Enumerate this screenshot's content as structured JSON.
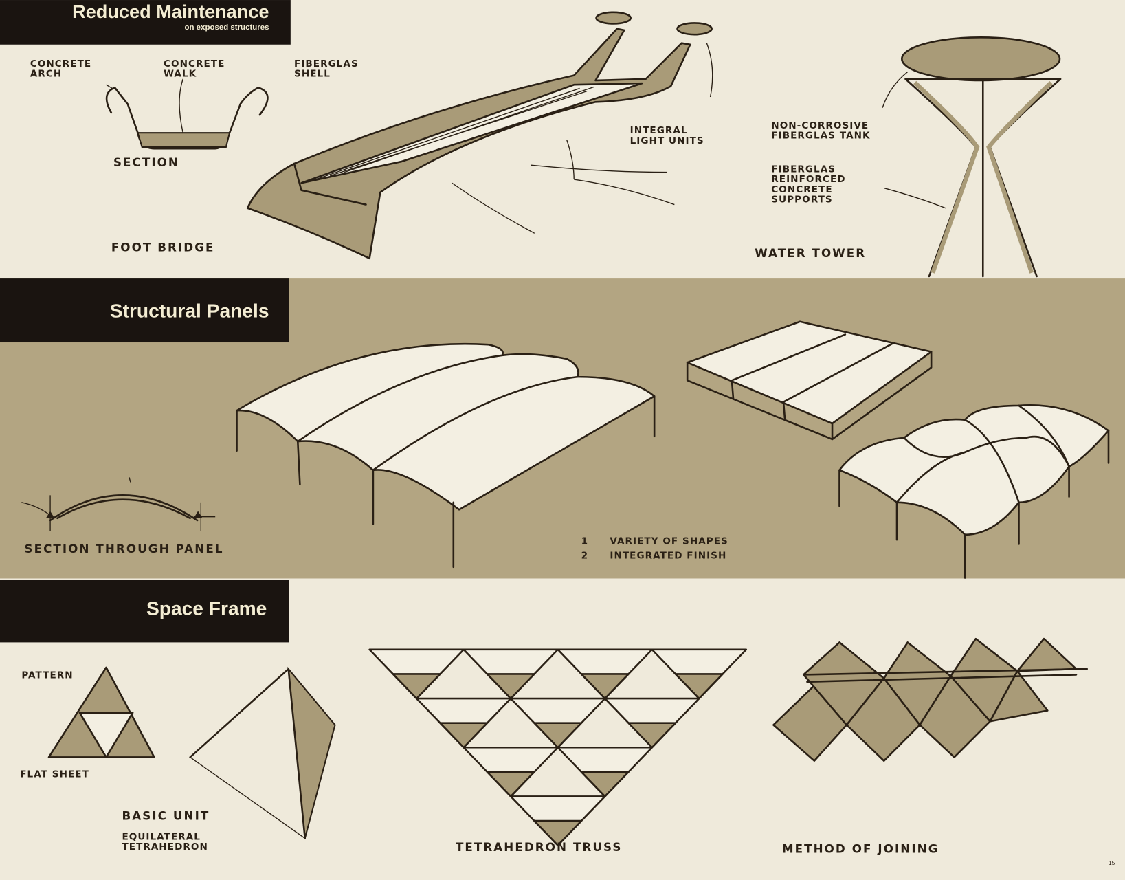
{
  "colors": {
    "paper": "#efeadb",
    "band": "#b3a582",
    "tone": "#a99b78",
    "ink": "#2a2015",
    "header_box": "#1a1410"
  },
  "sections": {
    "reduced_maintenance": {
      "title": "Reduced Maintenance",
      "subtitle": "on exposed structures",
      "labels": {
        "concrete_arch_1": "CONCRETE",
        "concrete_arch_2": "ARCH",
        "concrete_walk_1": "CONCRETE",
        "concrete_walk_2": "WALK",
        "fiberglas_shell_1": "FIBERGLAS",
        "fiberglas_shell_2": "SHELL",
        "section": "SECTION",
        "integral_1": "INTEGRAL",
        "integral_2": "LIGHT UNITS",
        "foot_bridge": "FOOT BRIDGE",
        "tank_1": "NON-CORROSIVE",
        "tank_2": "FIBERGLAS TANK",
        "supports_1": "FIBERGLAS",
        "supports_2": "REINFORCED",
        "supports_3": "CONCRETE",
        "supports_4": "SUPPORTS",
        "water_tower": "WATER TOWER"
      }
    },
    "structural_panels": {
      "title": "Structural Panels",
      "labels": {
        "section_through_panel": "SECTION THROUGH PANEL",
        "point_1_num": "1",
        "point_1": "VARIETY OF SHAPES",
        "point_2_num": "2",
        "point_2": "INTEGRATED FINISH"
      }
    },
    "space_frame": {
      "title": "Space Frame",
      "labels": {
        "pattern": "PATTERN",
        "flat_sheet": "FLAT SHEET",
        "basic_unit": "BASIC UNIT",
        "equilateral_1": "EQUILATERAL",
        "equilateral_2": "TETRAHEDRON",
        "tetrahedron_truss": "TETRAHEDRON TRUSS",
        "method_of_joining": "METHOD OF JOINING"
      }
    }
  },
  "page_number": "15"
}
